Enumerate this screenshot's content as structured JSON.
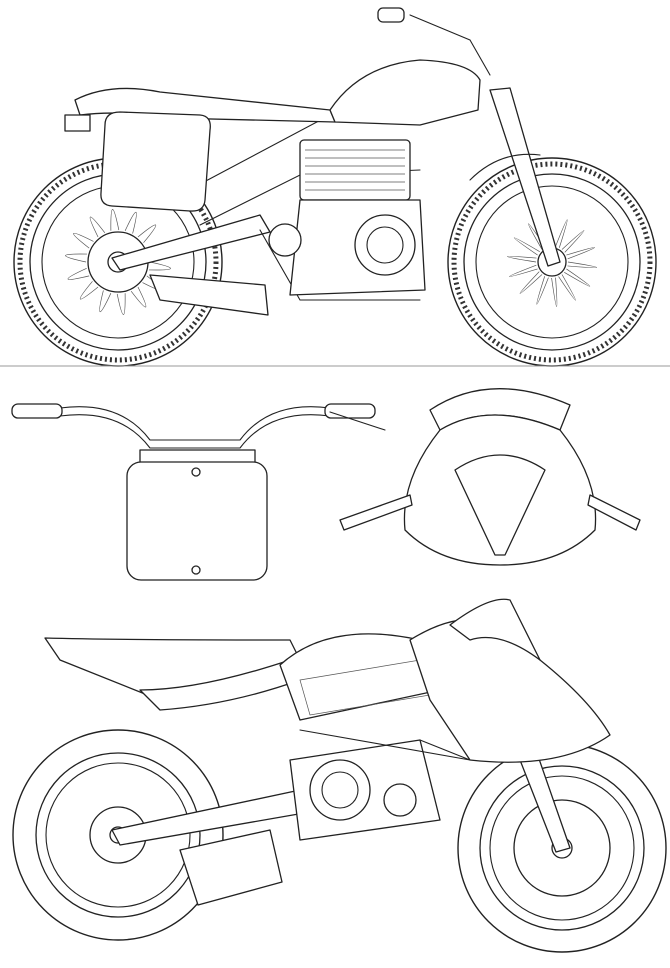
{
  "colors": {
    "background": "#ffffff",
    "line": "#222222",
    "divider": "#999999"
  },
  "views": [
    {
      "id": "flat-tracker-side"
    },
    {
      "id": "flat-tracker-front"
    },
    {
      "id": "sportbike-front"
    },
    {
      "id": "sportbike-side"
    }
  ]
}
